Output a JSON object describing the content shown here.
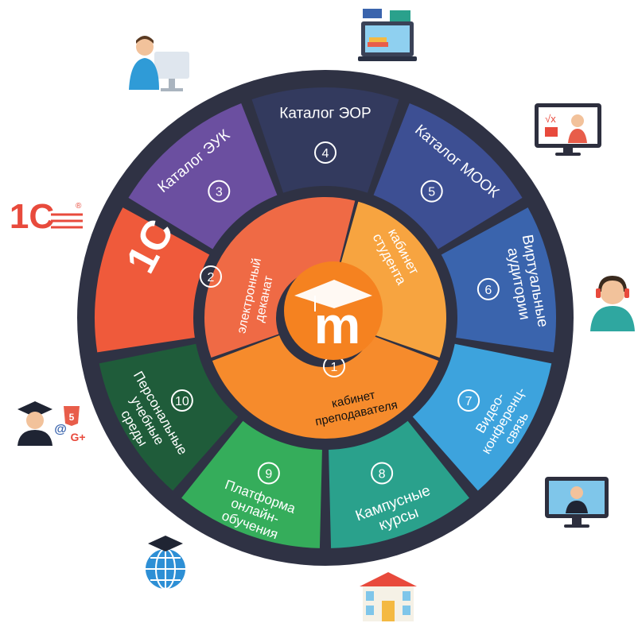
{
  "colors": {
    "ring_bg": "#2f3244",
    "center": "#f58220",
    "inner_student": "#f7a440",
    "inner_teacher": "#f68b2c",
    "inner_deanery": "#ef6a45"
  },
  "center": {
    "logo_letter": "m",
    "icon": "moodle-logo-icon"
  },
  "inner": {
    "student": {
      "line1": "кабинет",
      "line2": "студента"
    },
    "teacher": {
      "number": "1",
      "line1": "кабинет",
      "line2": "преподавателя"
    },
    "deanery": {
      "number": "2",
      "line1": "электронный",
      "line2": "деканат"
    }
  },
  "segments": [
    {
      "number": "3",
      "lines": [
        "Каталог ЭУК"
      ],
      "color": "#6b4fa0",
      "icon": "person-computer-icon"
    },
    {
      "number": "4",
      "lines": [
        "Каталог ЭОР"
      ],
      "color": "#333a5e",
      "icon": "books-laptop-icon"
    },
    {
      "number": "5",
      "lines": [
        "Каталог МООК"
      ],
      "color": "#3d4f93",
      "icon": "math-monitor-icon"
    },
    {
      "number": "6",
      "lines": [
        "Виртуальные",
        "аудитории"
      ],
      "color": "#3a64ad",
      "icon": "headset-operator-icon"
    },
    {
      "number": "7",
      "lines": [
        "Видео-",
        "конференц-",
        "связь"
      ],
      "color": "#3da3dd",
      "icon": "video-monitor-icon"
    },
    {
      "number": "8",
      "lines": [
        "Кампусные",
        "курсы"
      ],
      "color": "#2aa18c",
      "icon": "campus-building-icon"
    },
    {
      "number": "9",
      "lines": [
        "Платформа",
        "онлайн-",
        "обучения"
      ],
      "color": "#35ad5b",
      "icon": "globe-graduation-icon"
    },
    {
      "number": "10",
      "lines": [
        "Персональные",
        "учебные",
        "среды"
      ],
      "color": "#1f5c3a",
      "icon": "graduate-html5-gplus-icon"
    },
    {
      "number": "",
      "lines": [
        "1С"
      ],
      "color": "#ef5a3b",
      "icon": "logo-1c-icon"
    }
  ],
  "logos": {
    "onec_text": "1С",
    "onec_mark": "®"
  }
}
